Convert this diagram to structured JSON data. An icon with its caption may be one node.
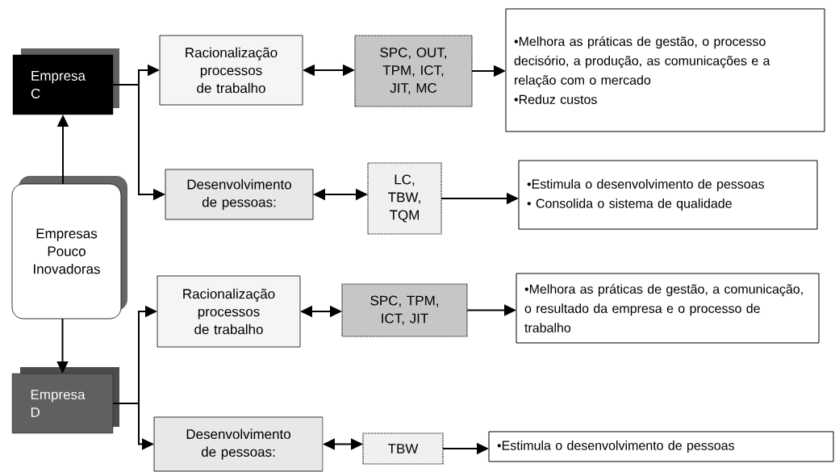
{
  "diagram": {
    "nodes": [
      {
        "text": [
          "Empresas Pouco Inovadoras"
        ]
      },
      {
        "text": [
          "Empresa C"
        ]
      },
      {
        "text": [
          "Empresa D"
        ]
      },
      {
        "text": [
          "Racionalização processos de trabalho"
        ]
      },
      {
        "text": [
          "SPC, OUT, TPM, ICT, JIT, MC"
        ]
      },
      {
        "text": [
          "•Melhora as práticas de gestão, o processo decisório, a produção, as comunicações e a relação com o mercado",
          "•Reduz custos"
        ]
      },
      {
        "text": [
          "Desenvolvimento de pessoas:"
        ]
      },
      {
        "text": [
          "LC, TBW, TQM"
        ]
      },
      {
        "text": [
          "•Estimula o desenvolvimento de pessoas",
          "• Consolida o sistema de qualidade"
        ]
      },
      {
        "text": [
          "Racionalização processos de trabalho"
        ]
      },
      {
        "text": [
          "SPC, TPM, ICT, JIT"
        ]
      },
      {
        "text": [
          "•Melhora as práticas de gestão, a comunicação, o resultado da empresa e o processo de trabalho"
        ]
      },
      {
        "text": [
          "Desenvolvimento de pessoas:"
        ]
      },
      {
        "text": [
          "TBW"
        ]
      },
      {
        "text": [
          "•Estimula o desenvolvimento de pessoas"
        ]
      }
    ],
    "edges": [
      {
        "from": 0,
        "to": 1,
        "arrow": "to"
      },
      {
        "from": 0,
        "to": 2,
        "arrow": "to"
      },
      {
        "from": 1,
        "to": 3,
        "arrow": "to"
      },
      {
        "from": 1,
        "to": 6,
        "arrow": "to"
      },
      {
        "from": 2,
        "to": 9,
        "arrow": "to"
      },
      {
        "from": 2,
        "to": 12,
        "arrow": "to"
      },
      {
        "from": 3,
        "to": 4,
        "arrow": "both"
      },
      {
        "from": 4,
        "to": 5,
        "arrow": "to"
      },
      {
        "from": 6,
        "to": 7,
        "arrow": "both"
      },
      {
        "from": 7,
        "to": 8,
        "arrow": "to"
      },
      {
        "from": 9,
        "to": 10,
        "arrow": "both"
      },
      {
        "from": 10,
        "to": 11,
        "arrow": "to"
      },
      {
        "from": 12,
        "to": 13,
        "arrow": "both"
      },
      {
        "from": 13,
        "to": 14,
        "arrow": "to"
      }
    ]
  }
}
